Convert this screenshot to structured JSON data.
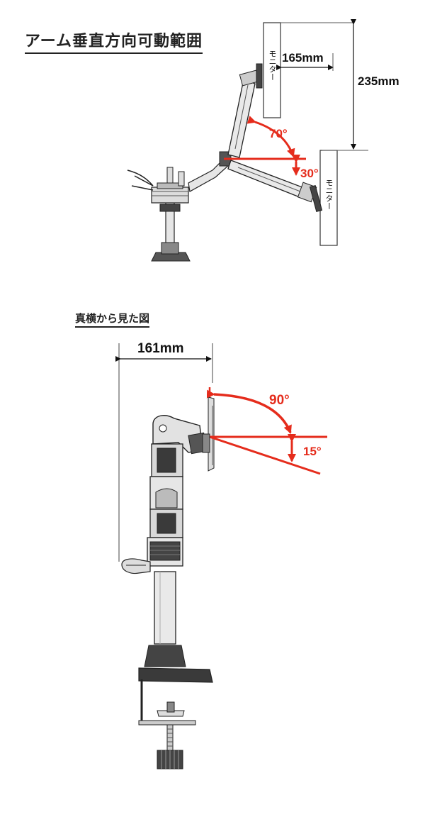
{
  "section_top": {
    "title": "アーム垂直方向可動範囲",
    "dim_horizontal": "165mm",
    "dim_vertical": "235mm",
    "angle_up": "70°",
    "angle_down": "30°",
    "monitor_label": "モニター"
  },
  "section_side": {
    "title": "真横から見た図",
    "dim_horizontal": "161mm",
    "angle_tilt_up": "90°",
    "angle_tilt_down": "15°"
  },
  "colors": {
    "accent": "#e52c1c",
    "line": "#222222",
    "part_fill": "#d8d8d8",
    "dark_fill": "#3a3a3a"
  }
}
